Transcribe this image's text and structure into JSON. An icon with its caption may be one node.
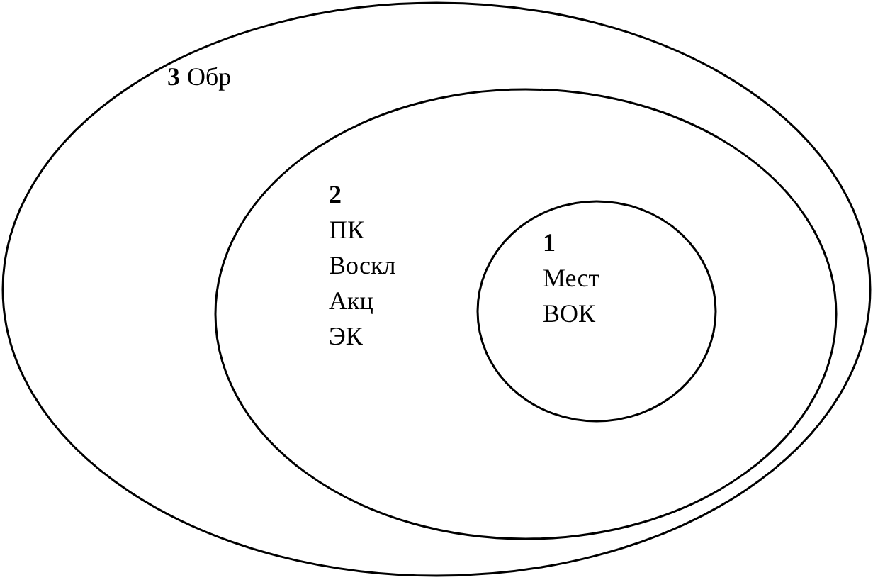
{
  "diagram": {
    "nodes": [
      {
        "text": [
          "3",
          "Обр"
        ]
      },
      {
        "text": [
          "2",
          "ПК",
          "Воскл",
          "Акц",
          "ЭК"
        ],
        "in": 0
      },
      {
        "text": [
          "1",
          "Мест",
          "ВОК"
        ],
        "in": 1
      }
    ]
  }
}
